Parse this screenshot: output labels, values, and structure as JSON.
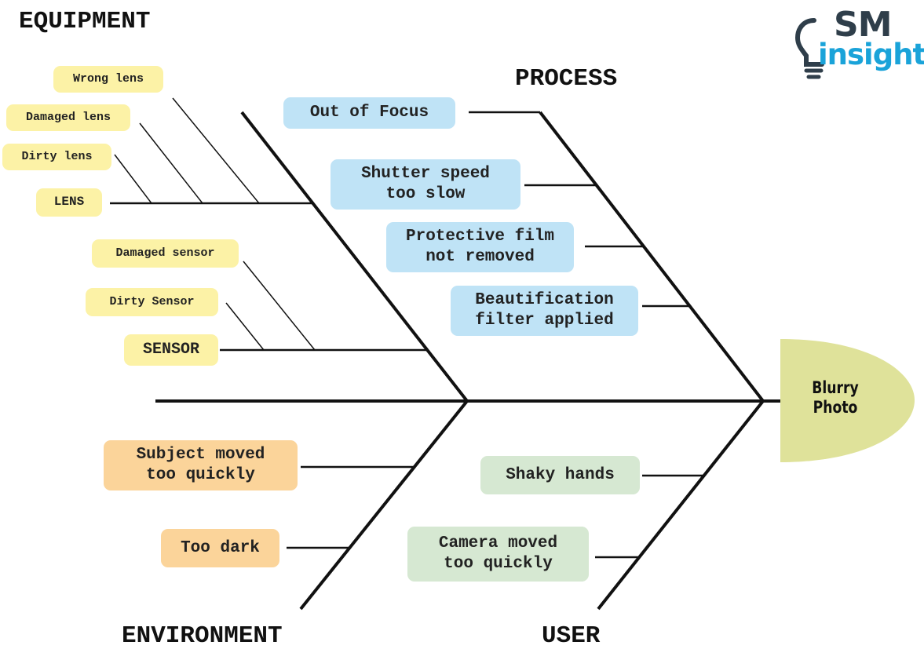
{
  "logo": {
    "top_text": "SM",
    "bottom_text": "insight",
    "icon": "lightbulb-icon",
    "colors": {
      "dark": "#2f3e4a",
      "accent": "#1aa3d9"
    }
  },
  "problem": {
    "label": "Blurry\nPhoto",
    "color": "#dfe29a"
  },
  "categories": {
    "equipment": "EQUIPMENT",
    "process": "PROCESS",
    "environment": "ENVIRONMENT",
    "user": "USER"
  },
  "equipment": {
    "lens": {
      "label": "LENS",
      "causes": [
        "Wrong lens",
        "Damaged lens",
        "Dirty lens"
      ]
    },
    "sensor": {
      "label": "SENSOR",
      "causes": [
        "Damaged sensor",
        "Dirty Sensor"
      ]
    }
  },
  "process": {
    "causes": [
      "Out of Focus",
      "Shutter speed\ntoo slow",
      "Protective film\nnot removed",
      "Beautification\nfilter applied"
    ]
  },
  "environment": {
    "causes": [
      "Subject moved\ntoo quickly",
      "Too dark"
    ]
  },
  "user": {
    "causes": [
      "Shaky hands",
      "Camera moved\ntoo quickly"
    ]
  },
  "colors": {
    "equipment": "#fcf2a6",
    "process": "#bfe3f6",
    "environment": "#fbd49a",
    "user": "#d6e8d2"
  }
}
